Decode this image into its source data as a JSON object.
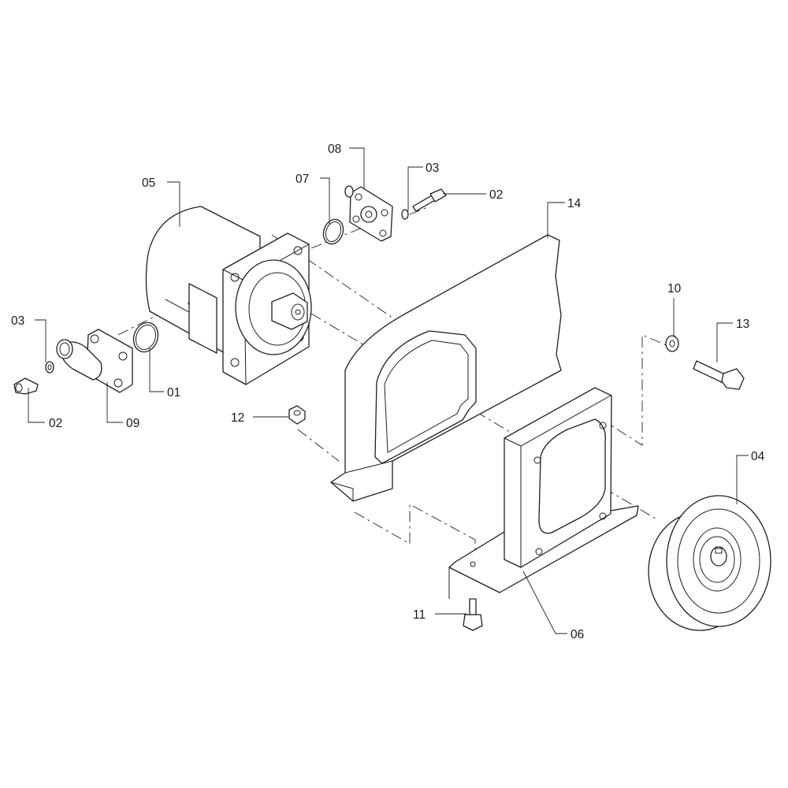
{
  "diagram": {
    "type": "exploded-parts-view",
    "callouts": [
      {
        "id": "c05",
        "text": "05"
      },
      {
        "id": "c08",
        "text": "08"
      },
      {
        "id": "c07",
        "text": "07"
      },
      {
        "id": "c03a",
        "text": "03"
      },
      {
        "id": "c02a",
        "text": "02"
      },
      {
        "id": "c14",
        "text": "14"
      },
      {
        "id": "c10",
        "text": "10"
      },
      {
        "id": "c13",
        "text": "13"
      },
      {
        "id": "c03b",
        "text": "03"
      },
      {
        "id": "c02b",
        "text": "02"
      },
      {
        "id": "c09",
        "text": "09"
      },
      {
        "id": "c01",
        "text": "01"
      },
      {
        "id": "c12",
        "text": "12"
      },
      {
        "id": "c04",
        "text": "04"
      },
      {
        "id": "c11",
        "text": "11"
      },
      {
        "id": "c06",
        "text": "06"
      }
    ]
  }
}
